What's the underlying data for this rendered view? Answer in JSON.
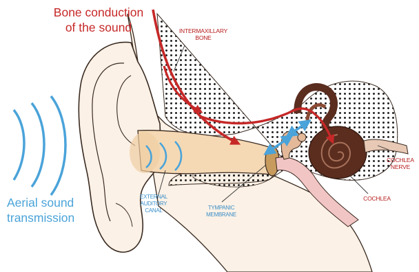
{
  "labels": {
    "bone_conduction_line1": "Bone conduction",
    "bone_conduction_line2": "of the sound",
    "aerial_line1": "Aerial sound",
    "aerial_line2": "transmission",
    "intermaxillary_line1": "INTERMAXILLARY",
    "intermaxillary_line2": "BONE",
    "external_line1": "EXTERNAL",
    "external_line2": "AUDITORY",
    "external_line3": "CANAL",
    "tympanic_line1": "TYMPANIC",
    "tympanic_line2": "MEMBRANE",
    "cochlea": "COCHLEA",
    "cochlea_nerve_line1": "COCHLEA",
    "cochlea_nerve_line2": "NERVE"
  },
  "colors": {
    "bone_arrow": "#c62828",
    "air_waves": "#4aa3d9",
    "skin": "#fbf1e6",
    "canal": "#f5d9b4",
    "bone_fill": "#f2f2f2",
    "cochlea": "#5a2d1f",
    "outline": "#3a2a20"
  }
}
